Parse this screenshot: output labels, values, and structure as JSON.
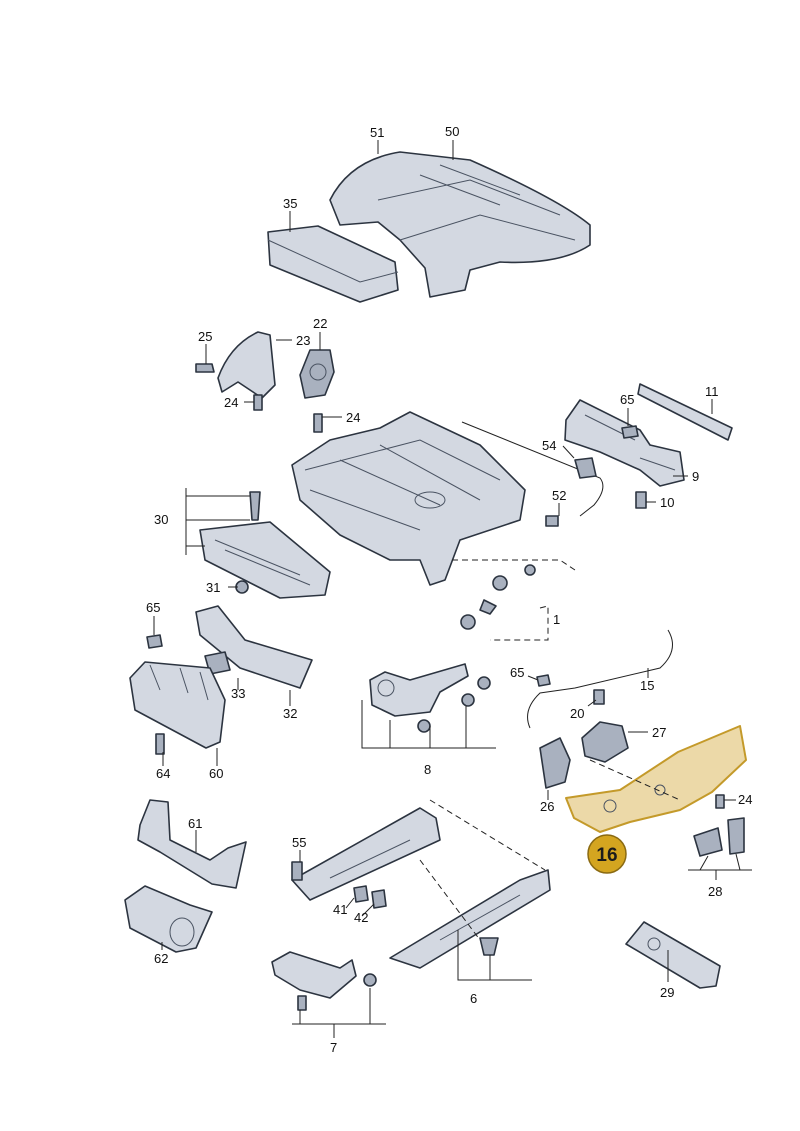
{
  "labels": {
    "p51": "51",
    "p50": "50",
    "p35": "35",
    "p25": "25",
    "p23": "23",
    "p22": "22",
    "p24a": "24",
    "p24b": "24",
    "p11": "11",
    "p65a": "65",
    "p54": "54",
    "p9": "9",
    "p10": "10",
    "p52": "52",
    "p30": "30",
    "p31": "31",
    "p1": "1",
    "p65b": "65",
    "p32": "32",
    "p33": "33",
    "p64": "64",
    "p60": "60",
    "p65c": "65",
    "p15": "15",
    "p20": "20",
    "p8": "8",
    "p27": "27",
    "p26": "26",
    "p24c": "24",
    "p16": "16",
    "p28": "28",
    "p61": "61",
    "p62": "62",
    "p55": "55",
    "p41": "41",
    "p42": "42",
    "p6": "6",
    "p7": "7",
    "p29": "29"
  },
  "highlight": {
    "part": "16",
    "color": "#d4a520"
  }
}
